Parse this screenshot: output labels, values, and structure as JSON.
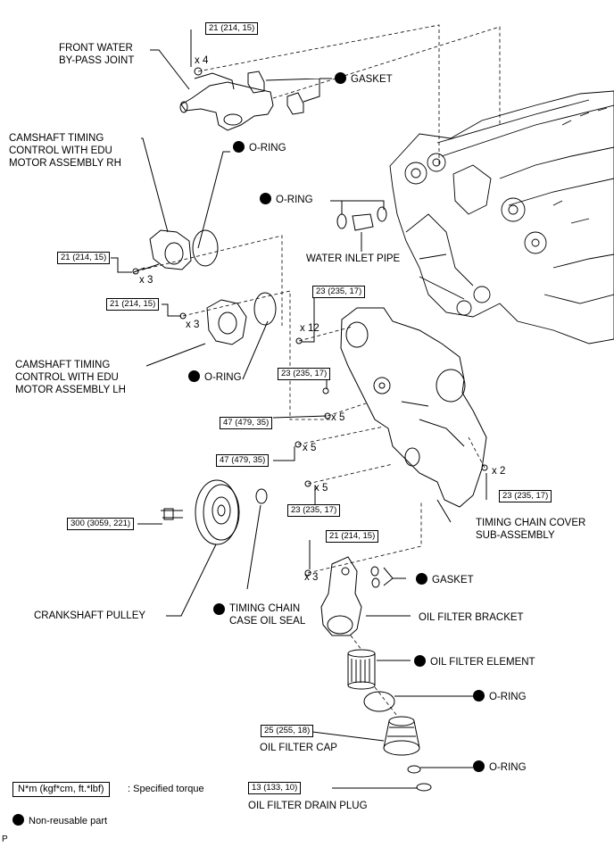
{
  "labels": {
    "front_water_bypass_joint": "FRONT WATER\nBY-PASS JOINT",
    "gasket_top": "GASKET",
    "oring_cam_rh": "O-RING",
    "camshaft_rh": "CAMSHAFT TIMING\nCONTROL WITH EDU\nMOTOR ASSEMBLY RH",
    "oring_water_inlet": "O-RING",
    "water_inlet_pipe": "WATER INLET PIPE",
    "camshaft_lh": "CAMSHAFT TIMING\nCONTROL WITH EDU\nMOTOR ASSEMBLY LH",
    "oring_cam_lh": "O-RING",
    "timing_chain_cover": "TIMING CHAIN COVER\nSUB-ASSEMBLY",
    "crankshaft_pulley": "CRANKSHAFT PULLEY",
    "timing_chain_oil_seal": "TIMING CHAIN\nCASE OIL SEAL",
    "gasket_bracket": "GASKET",
    "oil_filter_bracket": "OIL FILTER BRACKET",
    "oil_filter_element": "OIL FILTER ELEMENT",
    "oring_filter": "O-RING",
    "oil_filter_cap": "OIL FILTER CAP",
    "oring_cap": "O-RING",
    "oil_filter_drain_plug": "OIL FILTER DRAIN PLUG"
  },
  "torques": {
    "t_bypass": "21 (214, 15)",
    "t_cam_rh": "21 (214, 15)",
    "t_cam_lh": "21 (214, 15)",
    "t_cover_top": "23 (235, 17)",
    "t_cover_mid": "23 (235, 17)",
    "t_47_a": "47 (479, 35)",
    "t_47_b": "47 (479, 35)",
    "t_23_low": "23 (235, 17)",
    "t_23_right": "23 (235, 17)",
    "t_pulley": "300 (3059, 221)",
    "t_bracket": "21 (214, 15)",
    "t_cap": "25 (255, 18)",
    "t_drain": "13 (133, 10)"
  },
  "quantities": {
    "q_bypass": "x 4",
    "q_cam_rh": "x 3",
    "q_cam_lh": "x 3",
    "q_cover_12": "x 12",
    "q_47_a": "x 5",
    "q_47_b": "x 5",
    "q_23_low": "x 5",
    "q_23_right": "x 2",
    "q_bracket": "x 3"
  },
  "legend": {
    "torque_key": "N*m (kgf*cm, ft.*lbf)",
    "torque_desc": ": Specified torque",
    "nonreusable": "Non-reusable part"
  },
  "corner_mark": "P"
}
